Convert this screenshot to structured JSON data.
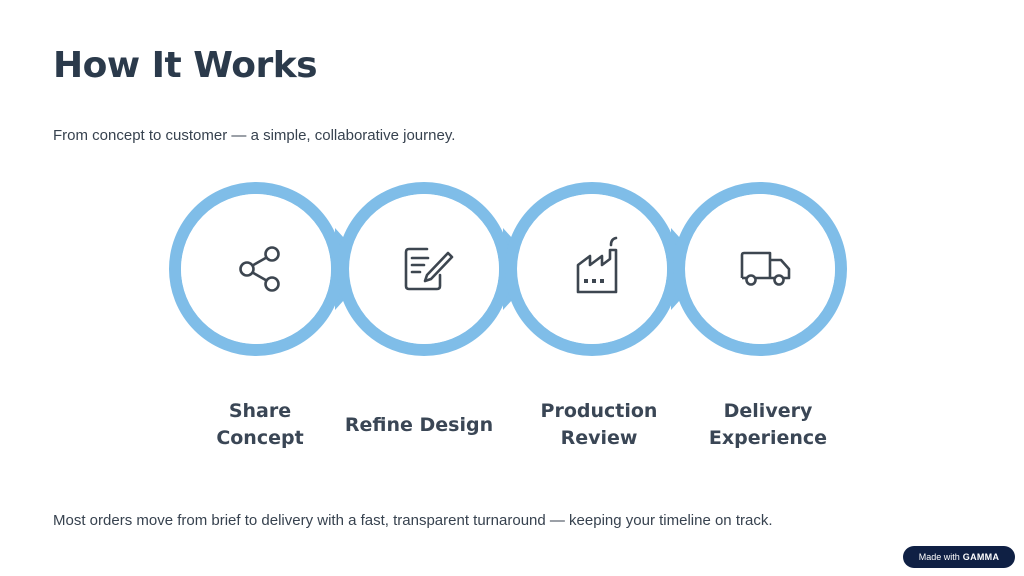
{
  "header": {
    "title": "How It Works",
    "subtitle": "From concept to customer — a simple, collaborative journey."
  },
  "steps": [
    {
      "label_line1": "Share",
      "label_line2": "Concept",
      "icon": "share-icon"
    },
    {
      "label_line1": "Refine Design",
      "label_line2": "",
      "icon": "edit-document-icon"
    },
    {
      "label_line1": "Production",
      "label_line2": "Review",
      "icon": "factory-icon"
    },
    {
      "label_line1": "Delivery",
      "label_line2": "Experience",
      "icon": "truck-icon"
    }
  ],
  "footer": {
    "text": "Most orders move from brief to delivery with a fast, transparent turnaround — keeping your timeline on track."
  },
  "badge": {
    "prefix": "Made with",
    "brand": "GAMMA"
  },
  "colors": {
    "ring": "#7fbde8",
    "ring_edge": "#6aa8d6",
    "title": "#2b3a4b",
    "text": "#37424f",
    "icon": "#3d4650",
    "badge_bg": "#0f2044"
  }
}
